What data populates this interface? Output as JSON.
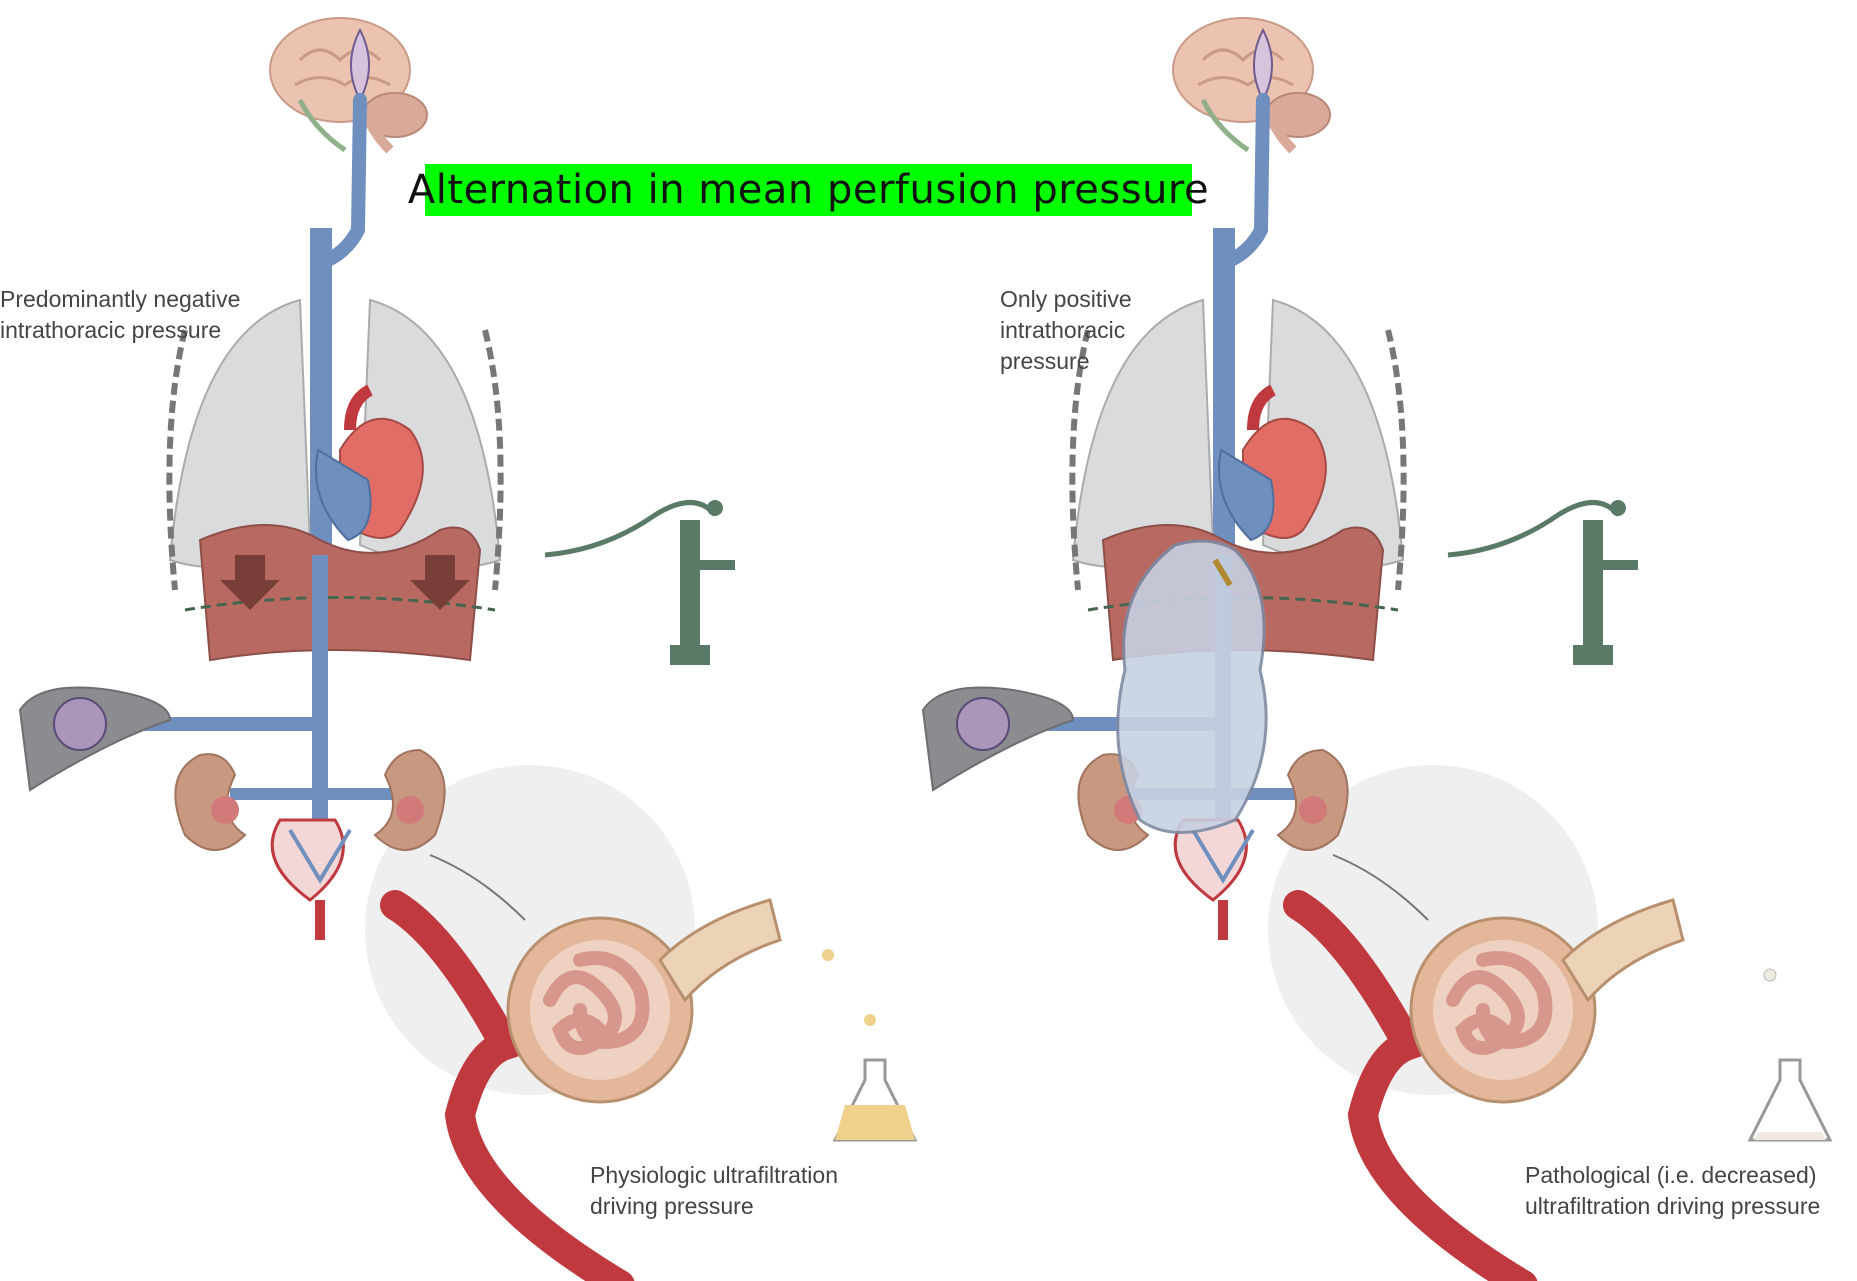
{
  "title": "Alternation in mean perfusion pressure",
  "colors": {
    "title_banner": "#00ff00",
    "vein": "#6f8fbf",
    "vein_dark": "#4f6f9f",
    "artery": "#c0393f",
    "lung": "#d9dbdd",
    "diaphragm": "#b86a62",
    "liver": "#8c8c90",
    "kidney": "#c99880",
    "brain": "#ecc2b0",
    "pump": "#5a7a68",
    "urine_normal": "#f0d18c",
    "urine_low": "#eeeae0",
    "background_circle": "#eeeeee"
  },
  "panels": [
    {
      "state": "normal",
      "thorax_label_line1": "Predominantly negative",
      "thorax_label_line2": "intrathoracic pressure",
      "ultrafiltration_label_line1": "Physiologic ultrafiltration",
      "ultrafiltration_label_line2": "driving pressure"
    },
    {
      "state": "pathological",
      "thorax_label_line1": "Only positive",
      "thorax_label_line2": "intrathoracic",
      "thorax_label_line3": "pressure",
      "ultrafiltration_label_line1": "Pathological (i.e.  decreased)",
      "ultrafiltration_label_line2": "ultrafiltration driving pressure"
    }
  ]
}
